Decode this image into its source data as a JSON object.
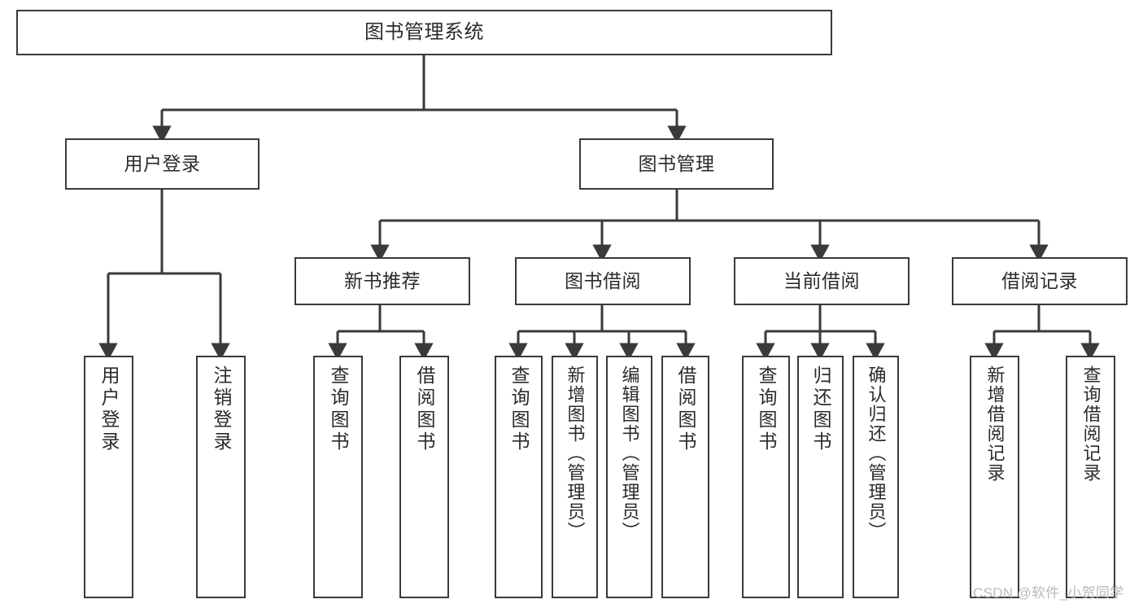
{
  "diagram": {
    "title": "图书管理系统",
    "type": "功能结构图",
    "stroke_color": "#3a3a3a",
    "text_color": "#2b2b2b",
    "background_color": "#ffffff"
  },
  "nodes": {
    "root": {
      "label": "图书管理系统",
      "level": 0
    },
    "level2": [
      {
        "id": "user-login",
        "label": "用户登录"
      },
      {
        "id": "book-manage",
        "label": "图书管理"
      }
    ],
    "level3": [
      {
        "id": "new-book-rec",
        "label": "新书推荐"
      },
      {
        "id": "book-borrow",
        "label": "图书借阅"
      },
      {
        "id": "current-borrow",
        "label": "当前借阅"
      },
      {
        "id": "borrow-record",
        "label": "借阅记录"
      }
    ],
    "leaves": {
      "user_login": [
        {
          "id": "leaf-user-login",
          "label": "用户登录"
        },
        {
          "id": "leaf-logout-login",
          "label": "注销登录"
        }
      ],
      "new_book_rec": [
        {
          "id": "leaf-query-book-1",
          "label": "查询图书"
        },
        {
          "id": "leaf-borrow-book-1",
          "label": "借阅图书"
        }
      ],
      "book_borrow": [
        {
          "id": "leaf-query-book-2",
          "label": "查询图书"
        },
        {
          "id": "leaf-add-book",
          "label": "新增图书（管理员）"
        },
        {
          "id": "leaf-edit-book",
          "label": "编辑图书（管理员）"
        },
        {
          "id": "leaf-borrow-book-2",
          "label": "借阅图书"
        }
      ],
      "current_borrow": [
        {
          "id": "leaf-query-book-3",
          "label": "查询图书"
        },
        {
          "id": "leaf-return-book",
          "label": "归还图书"
        },
        {
          "id": "leaf-confirm-return",
          "label": "确认归还（管理员）"
        }
      ],
      "borrow_record": [
        {
          "id": "leaf-add-record",
          "label": "新增借阅记录"
        },
        {
          "id": "leaf-query-record",
          "label": "查询借阅记录"
        }
      ]
    }
  },
  "watermark": {
    "text": "CSDN @软件_小贺同学"
  }
}
